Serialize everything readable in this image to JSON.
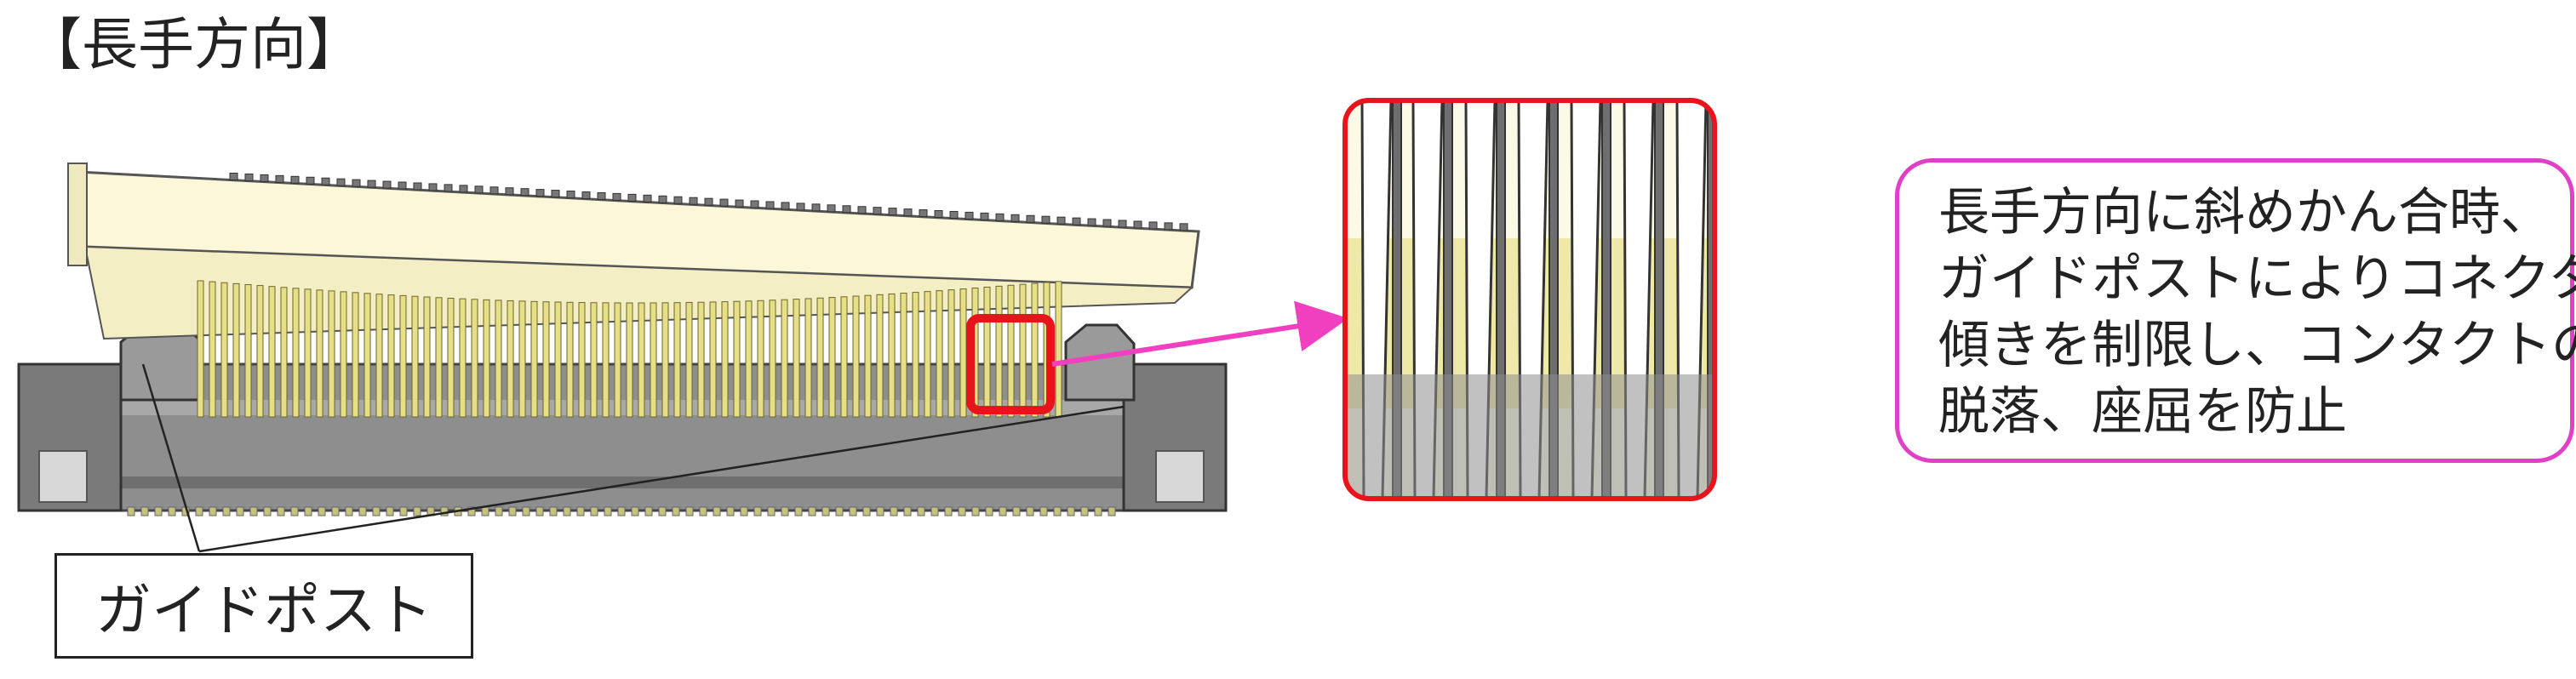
{
  "page": {
    "title": "【長手方向】"
  },
  "callout": {
    "guide_post_label": "ガイドポスト"
  },
  "note": {
    "lines": [
      "長手方向に斜めかん合時、",
      "ガイドポストによりコネクタの",
      "傾きを制限し、コンタクトの",
      "脱落、座屈を防止"
    ]
  },
  "colors": {
    "highlight_red": "#e8141c",
    "arrow_magenta": "#f040c0",
    "note_border": "#e040c8",
    "plug_body": "#fbf7d8",
    "receptacle_body": "#8c8c8c",
    "contact_yellow": "#e6df86"
  },
  "icons": {
    "arrow": "arrow-right-icon",
    "leader": "leader-line-icon"
  }
}
